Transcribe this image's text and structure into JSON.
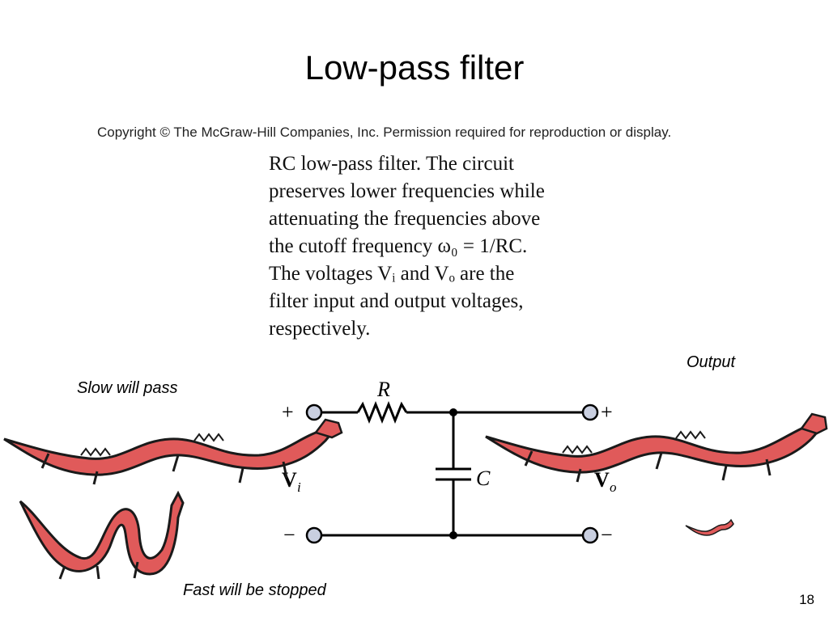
{
  "slide": {
    "title": "Low-pass filter",
    "copyright": "Copyright © The McGraw-Hill Companies, Inc. Permission required for reproduction or display.",
    "caption_lines": [
      "RC low-pass filter. The circuit",
      "preserves lower frequencies while",
      "attenuating the frequencies above",
      "the cutoff frequency ω₀ = 1/RC.",
      "The voltages Vᵢ and Vₒ are the",
      "filter input and output voltages,",
      "respectively."
    ],
    "output_label": "Output",
    "slow_label": "Slow will pass",
    "fast_label": "Fast will be stopped",
    "page_number": "18"
  },
  "circuit": {
    "resistor_label": "R",
    "capacitor_label": "C",
    "plus": "+",
    "minus": "−",
    "vi_label": "V",
    "vi_sub": "i",
    "vo_label": "V",
    "vo_sub": "o"
  },
  "colors": {
    "dragon_red": "#e05a5a",
    "dragon_outline": "#1a1a1a",
    "terminal_fill": "#c9cfe0"
  },
  "icons": [
    "dragon-image-slow",
    "dragon-image-small-wave",
    "dragon-image-output",
    "dragon-image-tiny"
  ]
}
